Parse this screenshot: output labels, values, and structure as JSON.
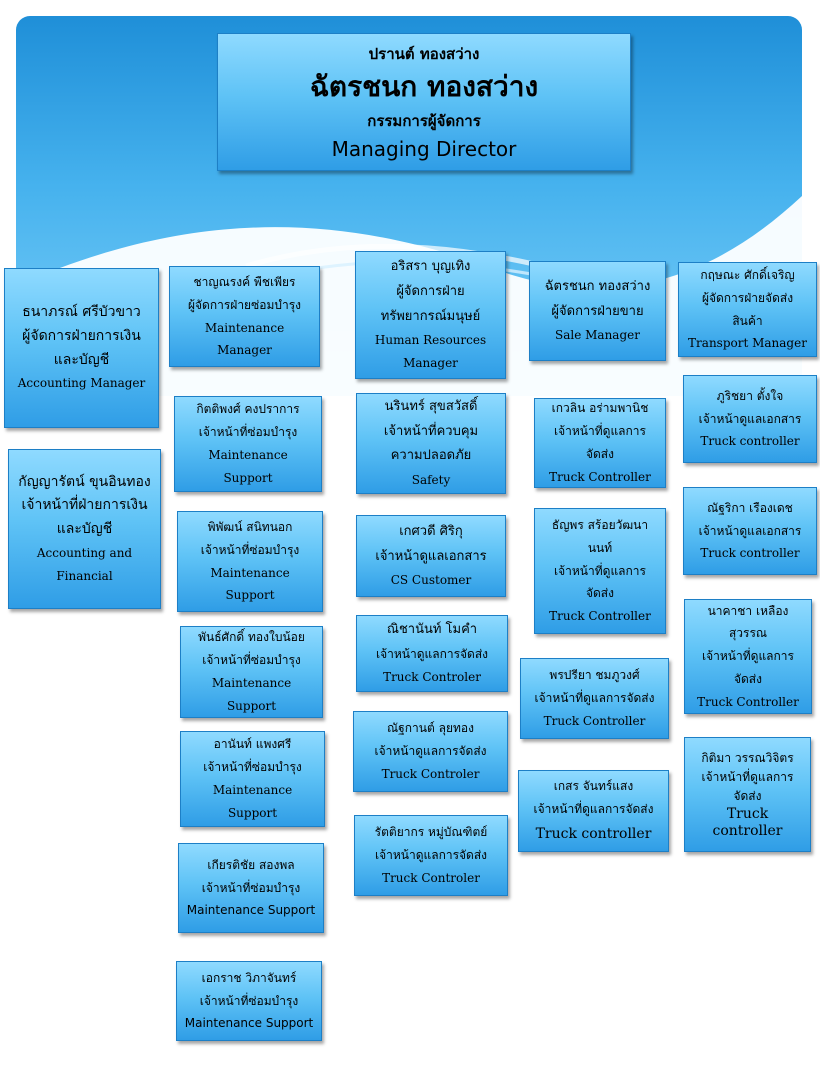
{
  "md": {
    "prefix_name": "ปรานต์ ทองสว่าง",
    "name": "ฉัตรชนก ทองสว่าง",
    "role_th": "กรรมการผู้จัดการ",
    "role_en": "Managing Director"
  },
  "cards": [
    {
      "id": "acc-manager",
      "lines": [
        "ธนาภรณ์ ศรีบัวขาว",
        "ผู้จัดการฝ่ายการเงิน",
        "และบัญชี",
        "Accounting Manager"
      ]
    },
    {
      "id": "acc-financial",
      "lines": [
        "กัญญารัตน์ ขุนอินทอง",
        "เจ้าหน้าที่ฝ่ายการเงิน",
        "และบัญชี",
        "Accounting and",
        "Financial"
      ]
    },
    {
      "id": "maint-manager",
      "lines": [
        "ชาญณรงค์ พืชเพียร",
        "ผู้จัดการฝ่ายซ่อมบำรุง",
        "Maintenance",
        "Manager"
      ]
    },
    {
      "id": "maint-1",
      "lines": [
        "กิตติพงศ์ คงปราการ",
        "เจ้าหน้าที่ซ่อมบำรุง",
        "Maintenance",
        "Support"
      ]
    },
    {
      "id": "maint-2",
      "lines": [
        "พิพัฒน์ สนิทนอก",
        "เจ้าหน้าที่ซ่อมบำรุง",
        "Maintenance",
        "Support"
      ]
    },
    {
      "id": "maint-3",
      "lines": [
        "พันธ์ศักดิ์ ทองใบน้อย",
        "เจ้าหน้าที่ซ่อมบำรุง",
        "Maintenance",
        "Support"
      ]
    },
    {
      "id": "maint-4",
      "lines": [
        "อานันท์ แพงศรี",
        "เจ้าหน้าที่ซ่อมบำรุง",
        "Maintenance",
        "Support"
      ]
    },
    {
      "id": "maint-5",
      "lines": [
        "เกียรติชัย สองพล",
        "เจ้าหน้าที่ซ่อมบำรุง",
        "Maintenance Support"
      ]
    },
    {
      "id": "maint-6",
      "lines": [
        "เอกราช วิภาจันทร์",
        "เจ้าหน้าที่ซ่อมบำรุง",
        "Maintenance Support"
      ]
    },
    {
      "id": "hr-manager",
      "lines": [
        "อริสรา บุญเทิง",
        "ผู้จัดการฝ่าย",
        "ทรัพยากรณ์มนุษย์",
        "Human Resources",
        "Manager"
      ]
    },
    {
      "id": "safety",
      "lines": [
        "นรินทร์ สุขสวัสดิ์",
        "เจ้าหน้าที่ควบคุม",
        "ความปลอดภัย",
        "Safety"
      ]
    },
    {
      "id": "cs-customer",
      "lines": [
        "เกศวดี ศิริกุ",
        "เจ้าหน้าดูแลเอกสาร",
        "CS Customer"
      ]
    },
    {
      "id": "truck-c1",
      "lines": [
        "ณิชานันท์ โมคำ",
        "เจ้าหน้าดูแลการจัดส่ง",
        "Truck Controler"
      ]
    },
    {
      "id": "truck-c2",
      "lines": [
        "ณัฐกานต์ ลุยทอง",
        "เจ้าหน้าดูแลการจัดส่ง",
        "Truck Controler"
      ]
    },
    {
      "id": "truck-c3",
      "lines": [
        "รัตติยากร หมู่บัณฑิตย์",
        "เจ้าหน้าดูแลการจัดส่ง",
        "Truck Controler"
      ]
    },
    {
      "id": "sale-manager",
      "lines": [
        "ฉัตรชนก ทองสว่าง",
        "ผู้จัดการฝ่ายขาย",
        "Sale Manager"
      ]
    },
    {
      "id": "truck-s1",
      "lines": [
        "เกวลิน อร่ามพานิช",
        "เจ้าหน้าที่ดูแลการ",
        "จัดส่ง",
        "Truck Controller"
      ]
    },
    {
      "id": "truck-s2",
      "lines": [
        "ธัญพร สร้อยวัฒนา",
        "นนท์",
        "เจ้าหน้าที่ดูแลการ",
        "จัดส่ง",
        "Truck Controller"
      ]
    },
    {
      "id": "truck-s3",
      "lines": [
        "พรปรียา ชมภูวงศ์",
        "เจ้าหน้าที่ดูแลการจัดส่ง",
        "Truck Controller"
      ]
    },
    {
      "id": "truck-s4",
      "lines": [
        "เกสร จันทร์แสง",
        "เจ้าหน้าที่ดูแลการจัดส่ง",
        "Truck controller"
      ]
    },
    {
      "id": "transport-manager",
      "lines": [
        "กฤษณะ ศักดิ์เจริญ",
        "ผู้จัดการฝ่ายจัดส่ง",
        "สินค้า",
        "Transport Manager"
      ]
    },
    {
      "id": "truck-t1",
      "lines": [
        "ภูริชยา ตั้งใจ",
        "เจ้าหน้าดูแลเอกสาร",
        "Truck controller"
      ]
    },
    {
      "id": "truck-t2",
      "lines": [
        "ณัฐริกา เรืองเดช",
        "เจ้าหน้าดูแลเอกสาร",
        "Truck controller"
      ]
    },
    {
      "id": "truck-t3",
      "lines": [
        "นาคาชา เหลือง",
        "สุวรรณ",
        "เจ้าหน้าที่ดูแลการ",
        "จัดส่ง",
        "Truck Controller"
      ]
    },
    {
      "id": "truck-t4",
      "lines": [
        "กิติมา วรรณวิจิตร",
        "เจ้าหน้าที่ดูแลการ",
        "จัดส่ง",
        "Truck",
        "controller"
      ]
    }
  ]
}
